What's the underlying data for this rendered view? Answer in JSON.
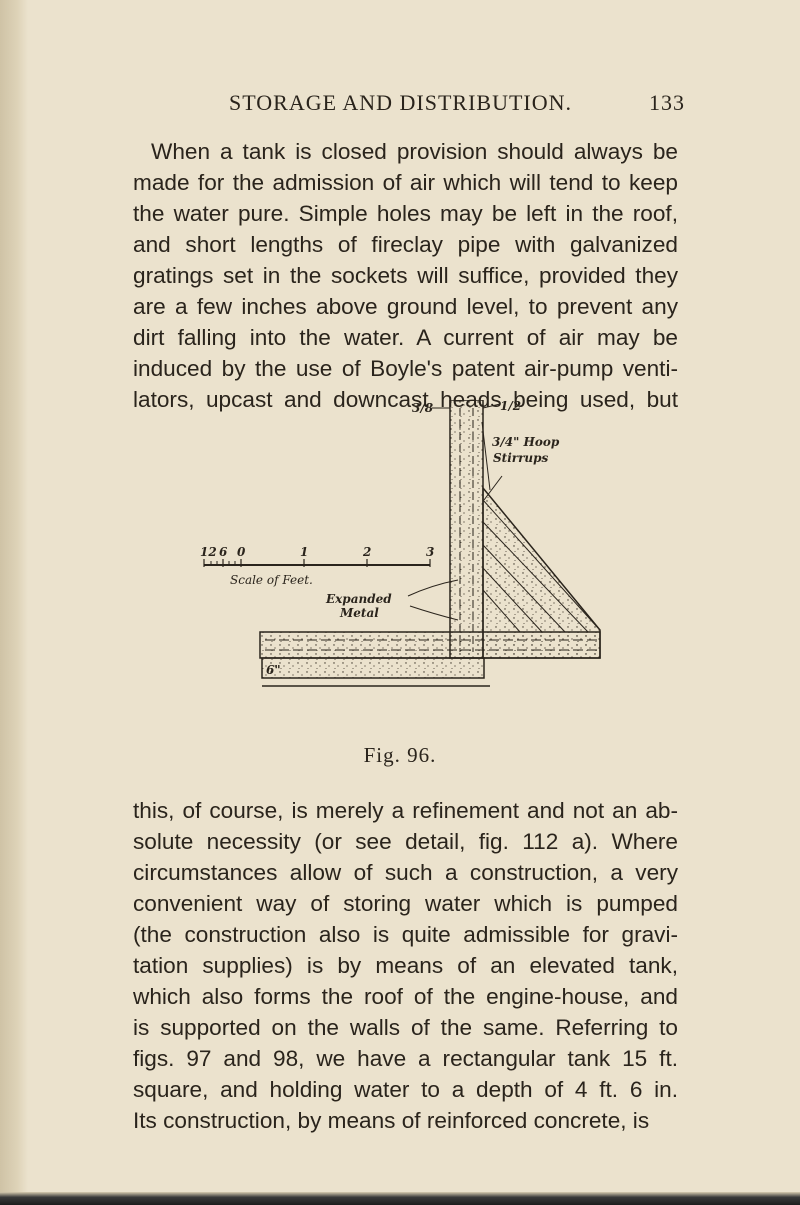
{
  "header": {
    "title": "STORAGE AND DISTRIBUTION.",
    "page_number": "133"
  },
  "paragraph_1": [
    "When a tank is closed provision should always be",
    "made for the admission of air which will tend to keep",
    "the water pure. Simple holes may be left in the roof,",
    "and short lengths of fireclay pipe with galvanized",
    "gratings set in the sockets will suffice, provided they",
    "are a few inches above ground level, to prevent any",
    "dirt falling into the water. A current of air may be",
    "induced by the use of Boyle's patent air-pump venti-",
    "lators, upcast and downcast heads being used, but"
  ],
  "figure": {
    "caption": "Fig. 96.",
    "labels": {
      "top_left_dim": "3/8",
      "top_right_dim": "1/2",
      "hoop_line1": "3/4\" Hoop",
      "hoop_line2": "Stirrups",
      "scale_title": "Scale of Feet.",
      "expanded_line1": "Expanded",
      "expanded_line2": "Metal",
      "base_dim": "6\""
    },
    "scale_ticks": [
      "12",
      "6",
      "0",
      "1",
      "2",
      "3"
    ]
  },
  "paragraph_2": [
    "this, of course, is merely a refinement and not an ab-",
    "solute necessity (or see detail, fig. 112 a). Where",
    "circumstances allow of such a construction, a very",
    "convenient way of storing water which is pumped",
    "(the construction also is quite admissible for gravi-",
    "tation supplies) is by means of an elevated tank,",
    "which also forms the roof of the engine-house, and",
    "is supported on the walls of the same. Referring to",
    "figs. 97 and 98, we have a rectangular tank 15 ft.",
    "square, and holding water to a depth of 4 ft. 6 in.",
    "Its construction, by means of reinforced concrete, is"
  ]
}
